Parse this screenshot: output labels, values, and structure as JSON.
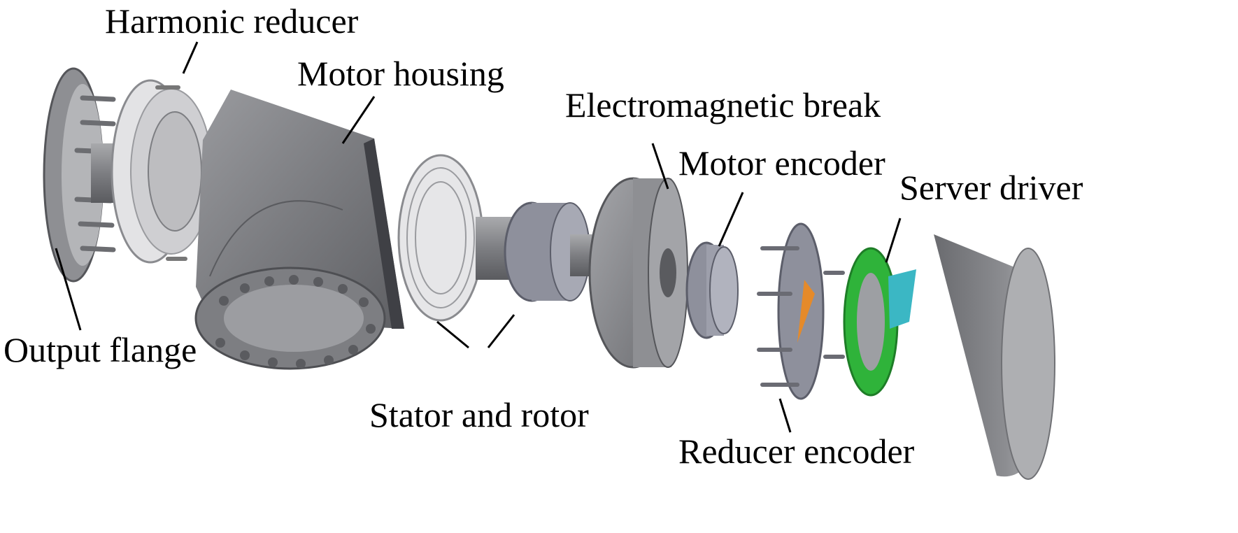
{
  "labels": {
    "harmonic_reducer": "Harmonic reducer",
    "motor_housing": "Motor housing",
    "electromagnetic_break": "Electromagnetic break",
    "motor_encoder": "Motor encoder",
    "server_driver": "Server driver",
    "output_flange": "Output flange",
    "stator_and_rotor": "Stator and rotor",
    "reducer_encoder": "Reducer encoder"
  },
  "colors": {
    "metal_dark": "#6e6f73",
    "metal_mid": "#8a8b8f",
    "metal_light": "#c9cacd",
    "pcb_green": "#2fb33a",
    "driver_cyan": "#3bb7c4",
    "leader_line": "#000000"
  }
}
